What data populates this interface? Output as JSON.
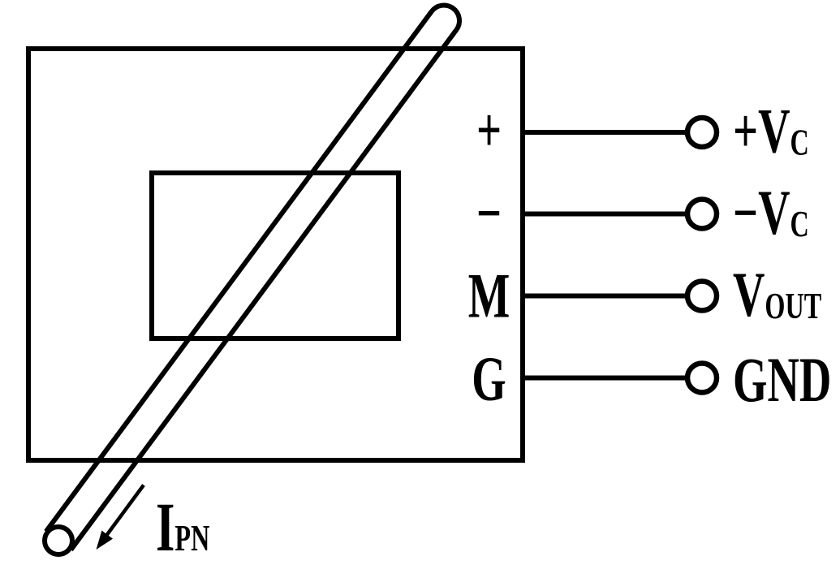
{
  "colors": {
    "ink": "#000000",
    "background": "#ffffff"
  },
  "terminals": [
    {
      "pin": "+",
      "label": "+V",
      "sub": "C"
    },
    {
      "pin": "−",
      "label": "−V",
      "sub": "C"
    },
    {
      "pin": "M",
      "label": "V",
      "sub": "OUT"
    },
    {
      "pin": "G",
      "label": "GND",
      "sub": ""
    }
  ],
  "primary_current": {
    "label": "I",
    "sub": "PN"
  }
}
